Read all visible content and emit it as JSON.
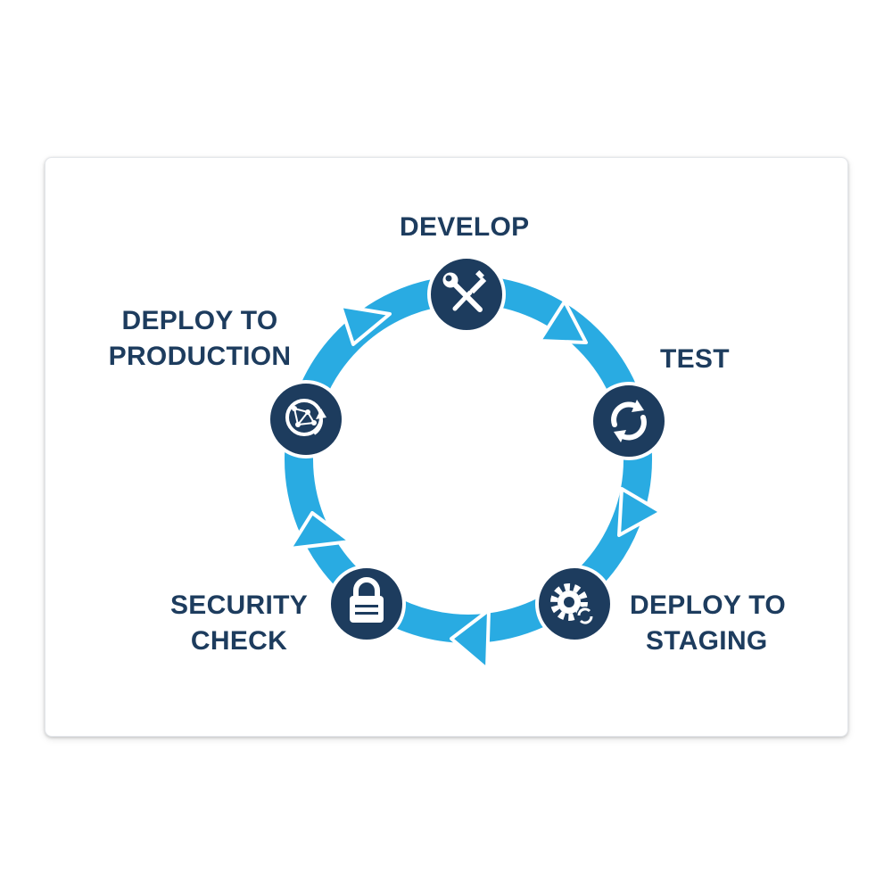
{
  "colors": {
    "ring": "#29abe2",
    "node": "#1d3c5e",
    "node_border": "#ffffff",
    "text": "#1d3c5e"
  },
  "steps": [
    {
      "label_lines": [
        "DEVELOP"
      ],
      "icon": "tools-icon"
    },
    {
      "label_lines": [
        "TEST"
      ],
      "icon": "refresh-icon"
    },
    {
      "label_lines": [
        "DEPLOY TO",
        "STAGING"
      ],
      "icon": "gear-sync-icon"
    },
    {
      "label_lines": [
        "SECURITY",
        "CHECK"
      ],
      "icon": "lock-icon"
    },
    {
      "label_lines": [
        "DEPLOY TO",
        "PRODUCTION"
      ],
      "icon": "globe-network-icon"
    }
  ]
}
